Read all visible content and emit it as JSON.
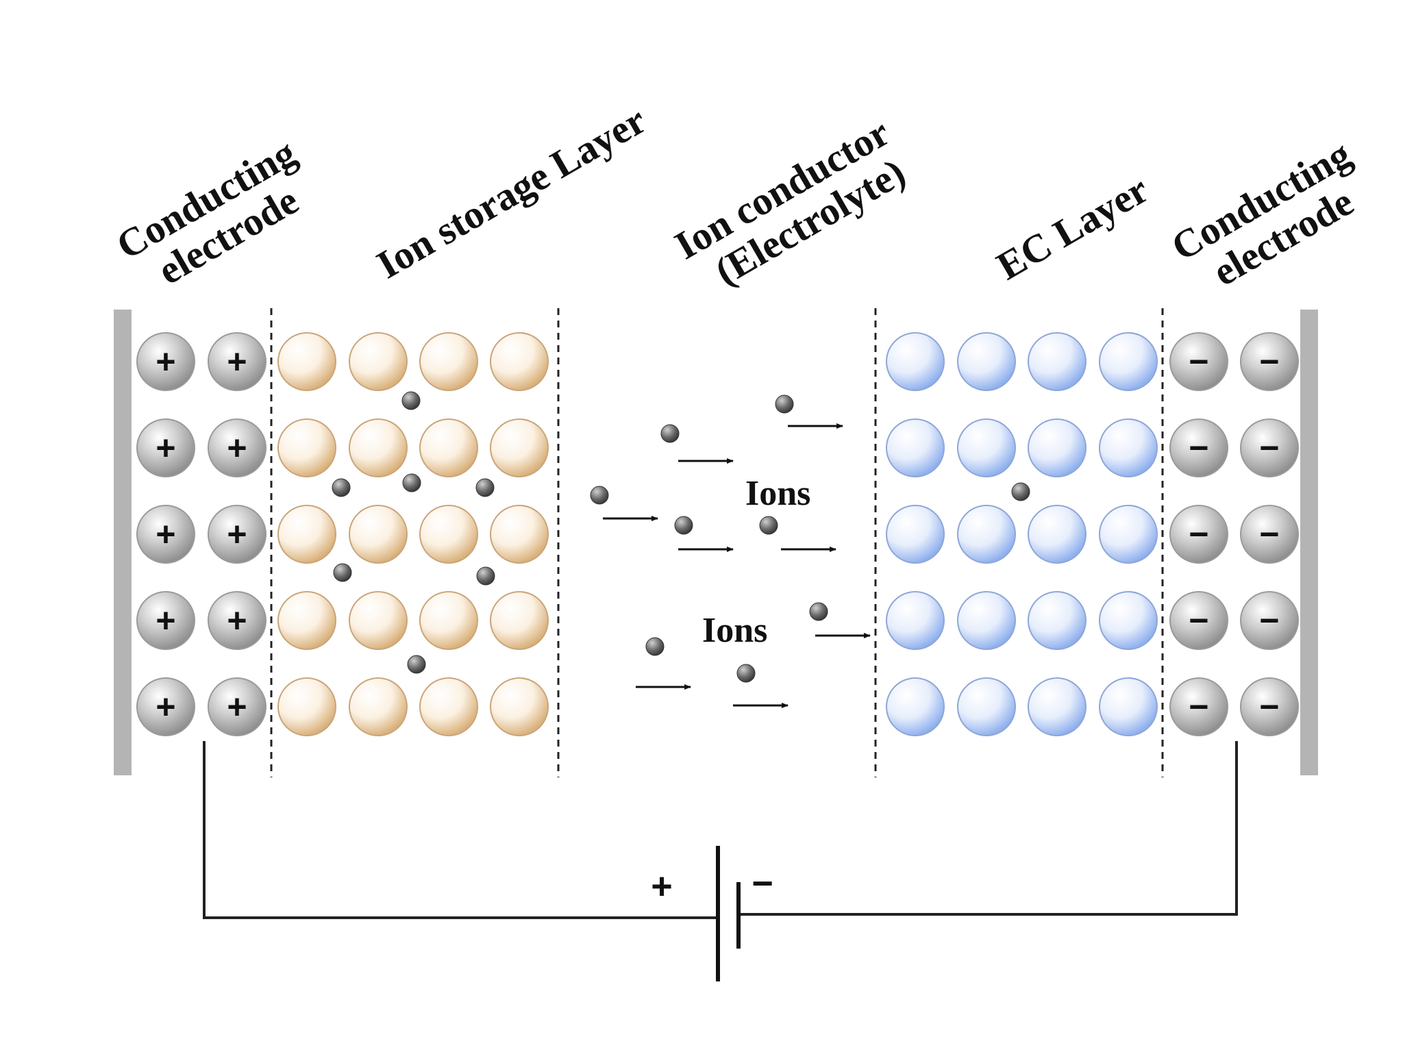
{
  "labels": {
    "left_electrode_line1": "Conducting",
    "left_electrode_line2": "electrode",
    "ion_storage": "Ion storage Layer",
    "ion_conductor_line1": "Ion conductor",
    "ion_conductor_line2": "(Electrolyte)",
    "ec_layer": "EC Layer",
    "right_electrode_line1": "Conducting",
    "right_electrode_line2": "electrode",
    "ions_upper": "Ions",
    "ions_lower": "Ions"
  },
  "battery": {
    "positive_symbol": "+",
    "negative_symbol": "−"
  },
  "electrode_signs": {
    "left": "+",
    "right": "−"
  },
  "colors": {
    "ion_storage_tint": "#d9b07a",
    "ec_layer_tint": "#8fb0ee",
    "electrode_sphere": "#a9a9a9",
    "ion": "#5c5c5c",
    "electrode_bar": "#b4b4b4",
    "wire": "#222222"
  },
  "icons": {
    "ion": "small-gray-sphere",
    "arrow": "right-arrow"
  }
}
